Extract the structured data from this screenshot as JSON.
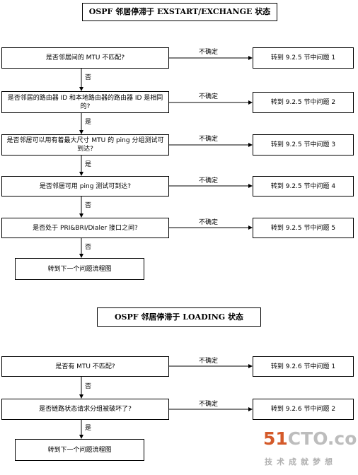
{
  "flow1": {
    "title": "OSPF 邻居停滞于 EXSTART/EXCHANGE 状态",
    "questions": [
      "是否邻居间的 MTU 不匹配?",
      "是否邻居的路由器 ID 和本地路由器的路由器 ID 是相同的?",
      "是否邻居可以用有着最大尺寸 MTU 的 ping 分组测试可到达?",
      "是否邻居可用 ping 测试可到达?",
      "是否处于 PRI&BRI/Dialer 接口之间?"
    ],
    "results": [
      "转到 9.2.5 节中问题 1",
      "转到 9.2.5 节中问题 2",
      "转到 9.2.5 节中问题 3",
      "转到 9.2.5 节中问题 4",
      "转到 9.2.5 节中问题 5"
    ],
    "branch_labels": [
      "不确定",
      "不确定",
      "不确定",
      "不确定",
      "不确定"
    ],
    "down_labels": [
      "否",
      "是",
      "是",
      "否",
      "否"
    ],
    "end": "转到下一个问题流程图"
  },
  "flow2": {
    "title": "OSPF 邻居停滞于 LOADING 状态",
    "questions": [
      "是否有 MTU 不匹配?",
      "是否链路状态请求分组被破坏了?"
    ],
    "results": [
      "转到 9.2.6 节中问题 1",
      "转到 9.2.6 节中问题 2"
    ],
    "branch_labels": [
      "不确定",
      "不确定"
    ],
    "down_labels": [
      "否",
      "是"
    ],
    "end": "转到下一个问题流程图"
  },
  "watermark": {
    "brand_number": "51",
    "brand_text": "CTO.com",
    "slogan": "技术成就梦想",
    "brand_color": "#d45a2a"
  }
}
